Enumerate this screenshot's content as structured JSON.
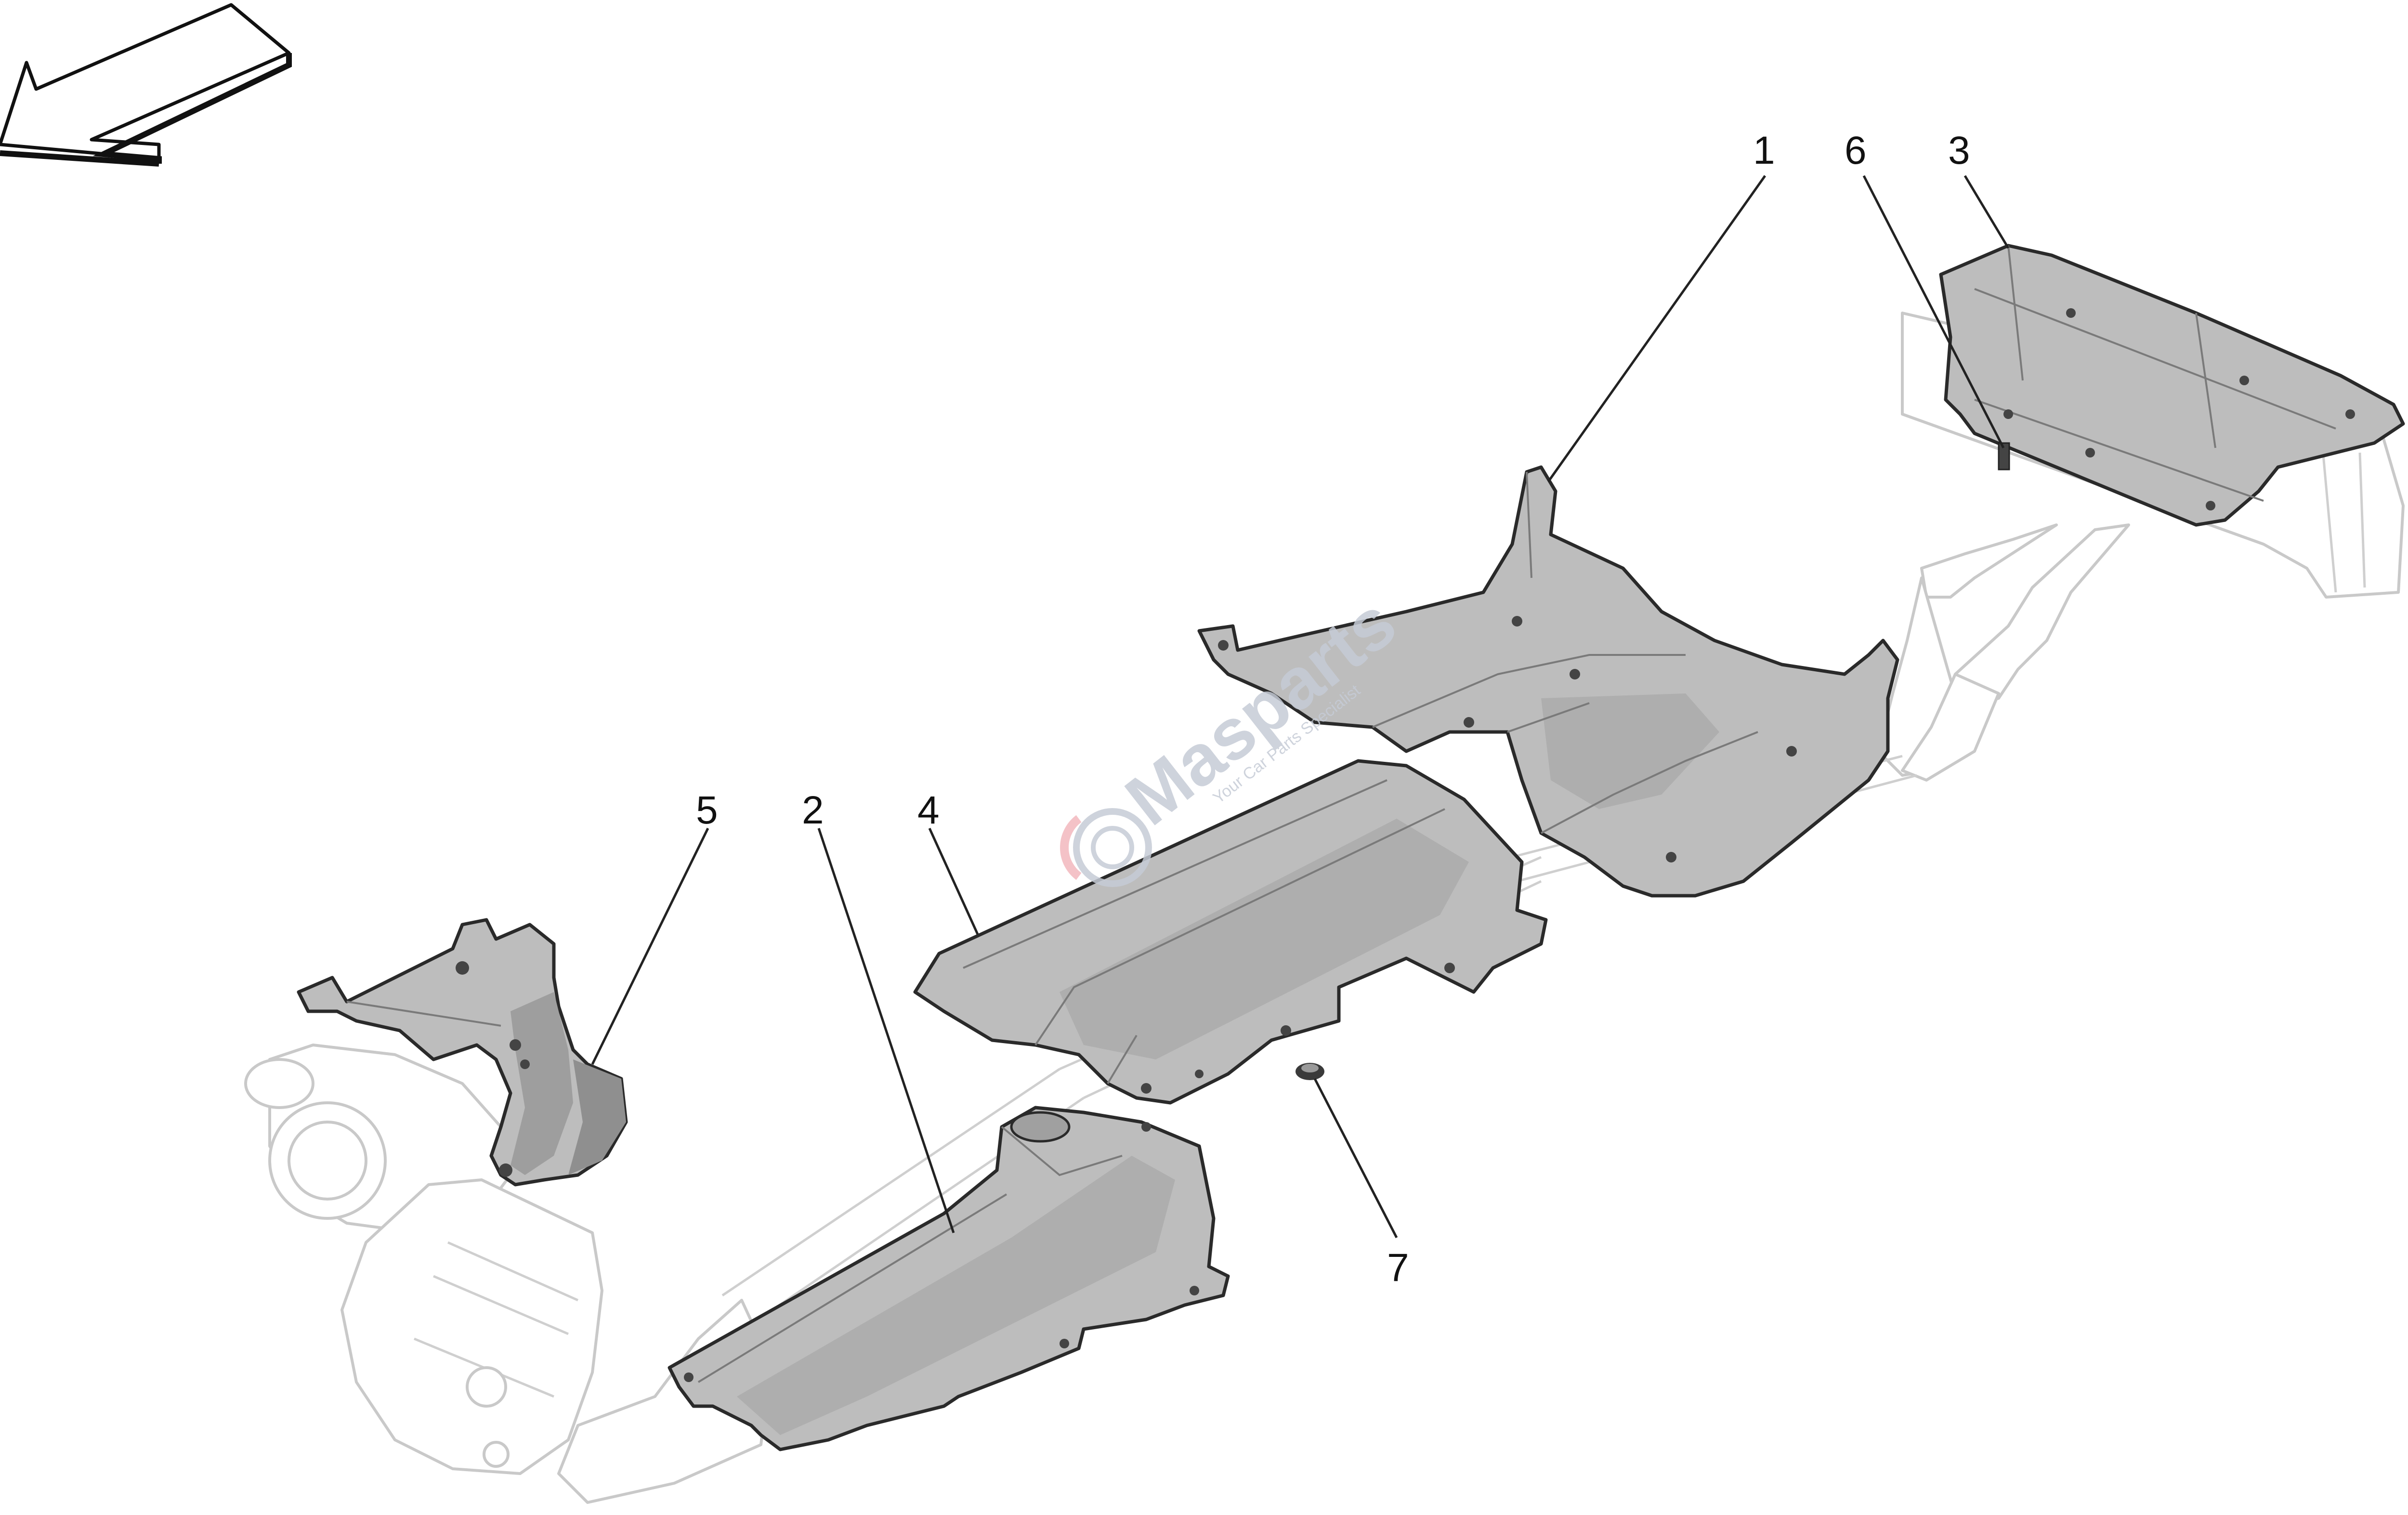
{
  "diagram": {
    "callouts": [
      {
        "id": "1",
        "label": "1"
      },
      {
        "id": "2",
        "label": "2"
      },
      {
        "id": "3",
        "label": "3"
      },
      {
        "id": "4",
        "label": "4"
      },
      {
        "id": "5",
        "label": "5"
      },
      {
        "id": "6",
        "label": "6"
      },
      {
        "id": "7",
        "label": "7"
      }
    ],
    "watermark": {
      "brand": "Masparts",
      "tagline": "Your Car Parts Specialist"
    },
    "colors": {
      "shield_fill": "#bdbdbd",
      "shield_shade": "#a3a3a3",
      "pipe_outline": "#c9c9c9",
      "leader": "#222222",
      "watermark": "#c6cbd6",
      "watermark_accent": "#f2b8bd"
    },
    "icons": [
      "direction-arrow-icon",
      "brand-logo-icon"
    ]
  }
}
